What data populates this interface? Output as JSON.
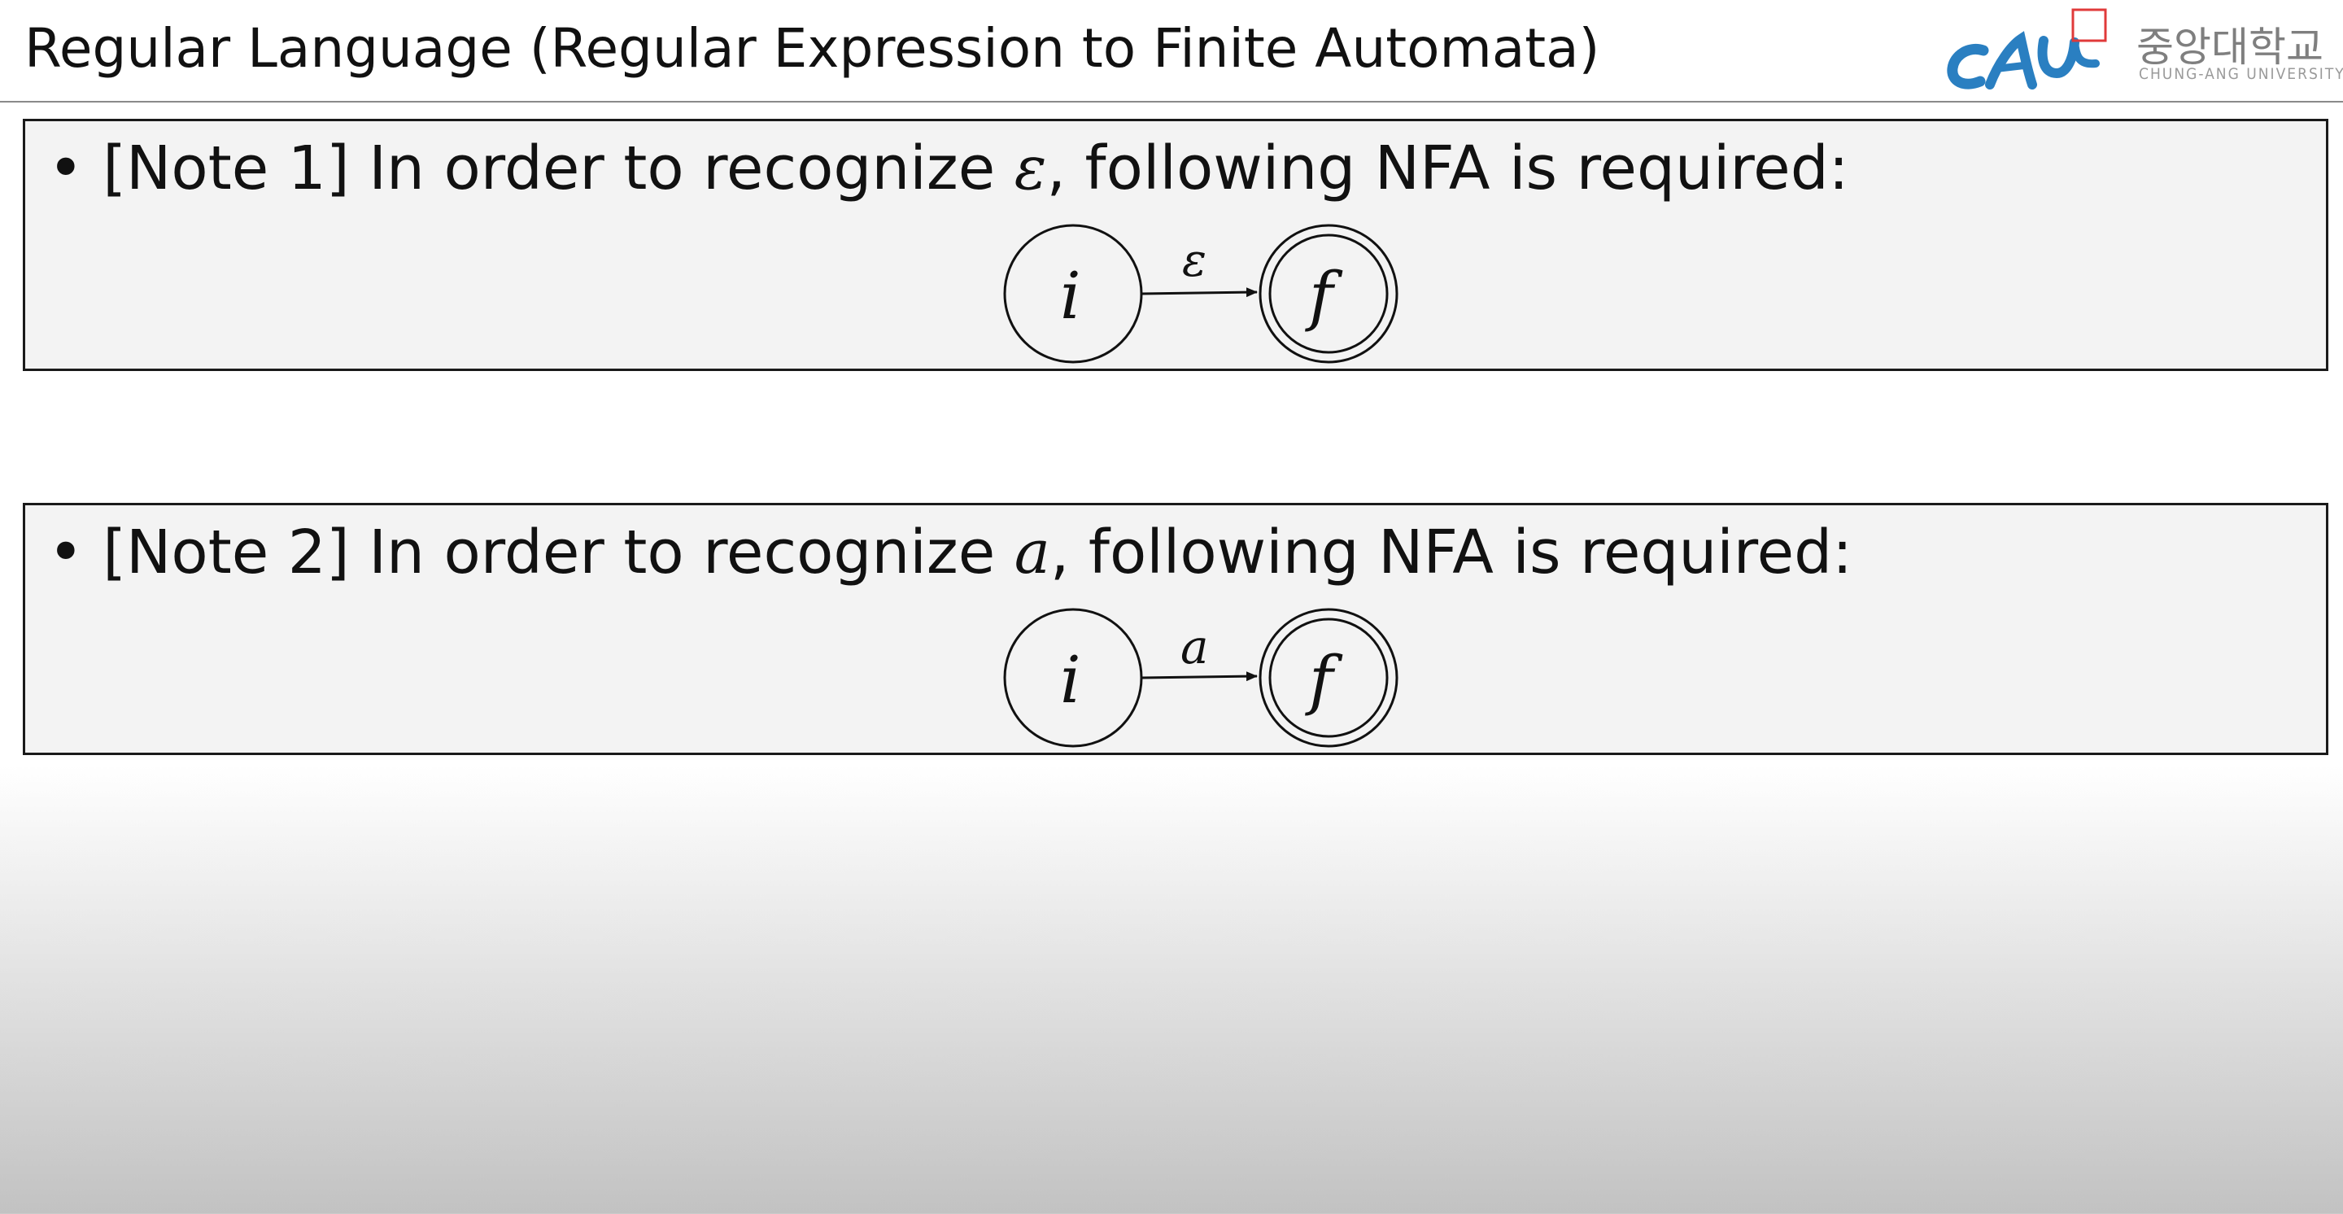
{
  "header": {
    "title": "Regular Language (Regular Expression to Finite Automata)",
    "logo": {
      "mark_text": "CAU",
      "korean_name": "중앙대학교",
      "english_name": "CHUNG-ANG UNIVERSITY",
      "accent_color": "#2a7fc1",
      "marker_color": "#e03a3a"
    }
  },
  "notes": [
    {
      "bullet": "•",
      "prefix": "[Note 1] In order to recognize ",
      "symbol": "ε",
      "suffix": ", following NFA is required:",
      "diagram": {
        "start_state": "i",
        "final_state": "f",
        "transition_label": "ε"
      }
    },
    {
      "bullet": "•",
      "prefix": "[Note 2] In order to recognize ",
      "symbol": "a",
      "suffix": ", following NFA is required:",
      "diagram": {
        "start_state": "i",
        "final_state": "f",
        "transition_label": "a"
      }
    }
  ]
}
